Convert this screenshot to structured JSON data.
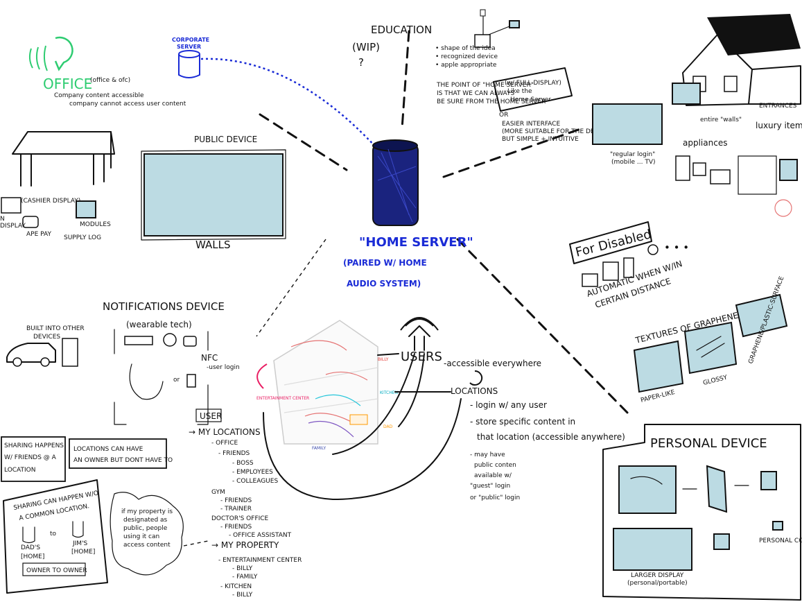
{
  "center": {
    "title": "\"HOME SERVER\"",
    "subtitle_line1": "(PAIRED W/ HOME",
    "subtitle_line2": "AUDIO SYSTEM)",
    "server_color": "#1a237e"
  },
  "office": {
    "title": "OFFICE",
    "note_small": "(office & ofc)",
    "note1": "Company content accessible",
    "note2": "company cannot access user content",
    "labels": [
      "(CASHIER DISPLAY)",
      "N",
      "DISPLAY",
      "APE PAY",
      "MODULES",
      "SUPPLY LOG"
    ],
    "accent": "#2ecc71"
  },
  "corporate": {
    "label_line1": "CORPORATE",
    "label_line2": "SERVER",
    "color": "#1a2bd6"
  },
  "public_device": {
    "title": "PUBLIC DEVICE",
    "walls": "WALLS"
  },
  "education": {
    "title": "EDUCATION",
    "wip": "(WIP)",
    "q": "?",
    "notes": [
      "• shape of the idea",
      "• recognized device",
      "• apple appropriate"
    ],
    "box_text": [
      "(w/ FULL DISPLAY)",
      "Like the",
      "Home Server"
    ],
    "or": "OR",
    "alt": [
      "EASIER INTERFACE",
      "(MORE SUITABLE FOR THE DEVICE)",
      "BUT SIMPLE + INTUITIVE"
    ],
    "tiny": [
      "THE POINT OF \"HOME SERVER\"",
      "IS THAT WE CAN ALWAYS",
      "BE SURE FROM THE HOME SERVER"
    ]
  },
  "house": {
    "label_regular": "\"regular login\"",
    "label_mobile": "(mobile ... TV)",
    "label_walls": "entire \"walls\"",
    "label_entrances": "ENTRANCES",
    "label_appliances": "appliances",
    "label_luxury": "luxury items"
  },
  "disabled": {
    "title": "For Disabled",
    "dots": "• • •",
    "auto1": "AUTOMATIC WHEN W/IN",
    "auto2": "CERTAIN DISTANCE"
  },
  "graphene": {
    "title": "TEXTURES OF GRAPHENE SCREENS",
    "labels": [
      "PAPER-LIKE",
      "GLOSSY",
      "GRAPHENE/PLASTIC-SURFACE"
    ]
  },
  "personal": {
    "title": "PERSONAL DEVICE",
    "labels": [
      "LARGER DISPLAY",
      "(personal/portable)",
      "PERSONAL COMMUNICATION DEVICE"
    ]
  },
  "notifications": {
    "title": "NOTIFICATIONS DEVICE",
    "wearable": "(wearable tech)",
    "built1": "BUILT INTO OTHER",
    "built2": "DEVICES",
    "nfc": "NFC",
    "nfc_sub": "-user login",
    "or": "or"
  },
  "users": {
    "title": "USERS",
    "accessible": "-accessible everywhere",
    "locations": "LOCATIONS",
    "bullets": [
      "- login w/ any user",
      "- store specific content in",
      "that location (accessible anywhere)",
      "- may have",
      "public conten",
      "available w/",
      "\"guest\" login",
      "or \"public\" login"
    ]
  },
  "house_rooms": {
    "ent": "ENTERTAINMENT CENTER",
    "kitchen": "KITCHEN",
    "family": "FAMILY",
    "dad": "DAD",
    "billy": "BILLY"
  },
  "sharing": {
    "box1": [
      "SHARING HAPPENS",
      "W/ FRIENDS @ A",
      "LOCATION"
    ],
    "box2": [
      "LOCATIONS CAN HAVE",
      "AN OWNER BUT DONT HAVE TO"
    ],
    "box3": [
      "SHARING CAN HAPPEN W/O",
      "A COMMON LOCATION."
    ],
    "dad": "DAD'S",
    "home": "[HOME]",
    "to": "to",
    "jim": "JIM'S",
    "jimhome": "[HOME]",
    "owner": "OWNER TO OWNER",
    "cloud": [
      "if my property is",
      "designated as",
      "public, people",
      "using it can",
      "access content"
    ]
  },
  "tree": {
    "user": "USER",
    "my_locations": "→ MY LOCATIONS",
    "items": [
      "- OFFICE",
      "- FRIENDS",
      "- BOSS",
      "- EMPLOYEES",
      "- COLLEAGUES",
      "GYM",
      "- FRIENDS",
      "- TRAINER",
      "DOCTOR'S OFFICE",
      "- FRIENDS",
      "- OFFICE ASSISTANT"
    ],
    "my_property": "→ MY PROPERTY",
    "prop_items": [
      "- ENTERTAINMENT CENTER",
      "- BILLY",
      "- FAMILY",
      "- KITCHEN",
      "- BILLY"
    ]
  }
}
